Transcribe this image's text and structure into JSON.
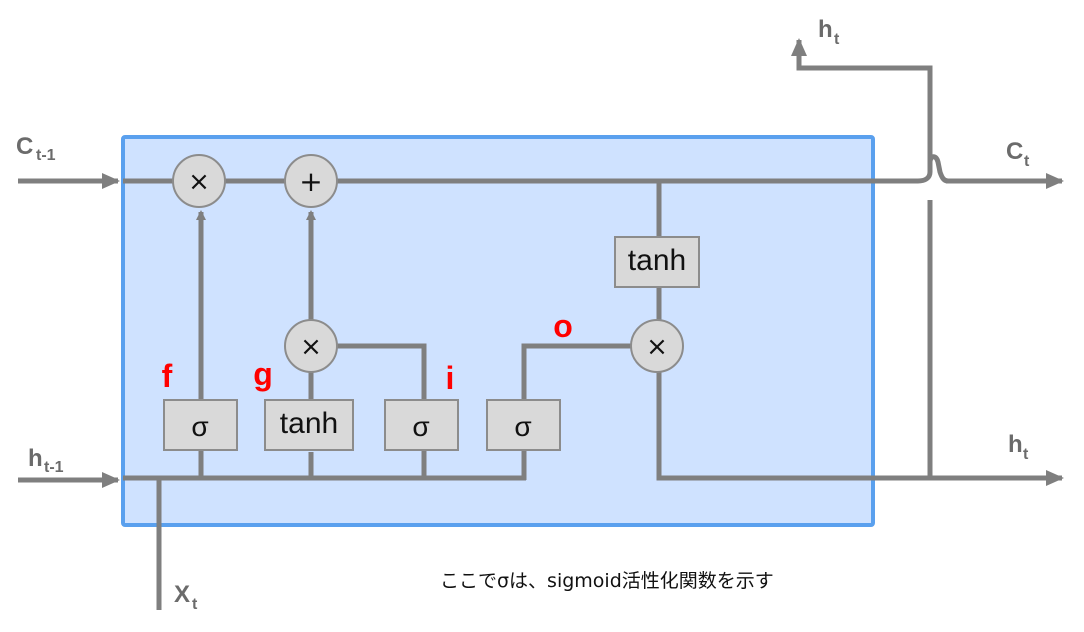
{
  "colors": {
    "cell_fill": "#cfe2ff",
    "cell_border": "#5aa0ee",
    "line": "#7f7f7f",
    "gate_fill": "#d9d9d9",
    "gate_border": "#8c8c8c",
    "op_fill": "#d9d9d9",
    "gate_label": "#ff0000",
    "io_label": "#6b6b6b"
  },
  "inputs": {
    "c_prev": {
      "main": "C",
      "sub": "t-1"
    },
    "h_prev": {
      "main": "h",
      "sub": "t-1"
    },
    "x": {
      "main": "X",
      "sub": "t"
    }
  },
  "outputs": {
    "c": {
      "main": "C",
      "sub": "t"
    },
    "h_right": {
      "main": "h",
      "sub": "t"
    },
    "h_top": {
      "main": "h",
      "sub": "t"
    }
  },
  "gates": {
    "forget": {
      "box": "σ",
      "label": "f"
    },
    "candidate": {
      "box": "tanh",
      "label": "g"
    },
    "input": {
      "box": "σ",
      "label": "i"
    },
    "output": {
      "box": "σ",
      "label": "o"
    },
    "cell_tanh": {
      "box": "tanh"
    }
  },
  "operators": {
    "mult_forget": "×",
    "add": "+",
    "mult_input": "×",
    "mult_output": "×"
  },
  "note": "ここでσは、sigmoid活性化関数を示す"
}
